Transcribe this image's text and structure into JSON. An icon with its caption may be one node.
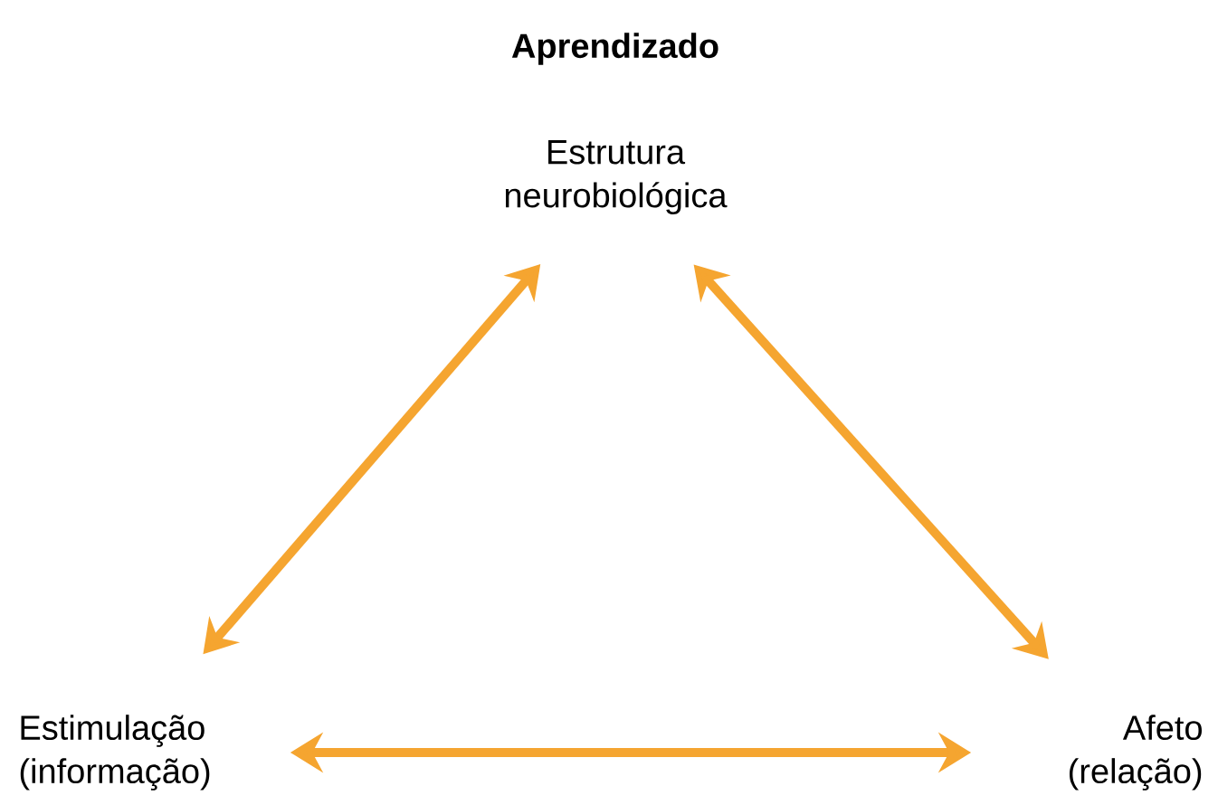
{
  "diagram": {
    "title": "Aprendizado",
    "nodes": [
      {
        "text": [
          "Estrutura neurobiológica"
        ]
      },
      {
        "text": [
          "Estimulação (informação)"
        ]
      },
      {
        "text": [
          "Afeto (relação)"
        ]
      }
    ],
    "edges": [
      {
        "from": 0,
        "to": 1,
        "arrow": "both"
      },
      {
        "from": 0,
        "to": 2,
        "arrow": "both"
      },
      {
        "from": 1,
        "to": 2,
        "arrow": "both"
      }
    ]
  }
}
